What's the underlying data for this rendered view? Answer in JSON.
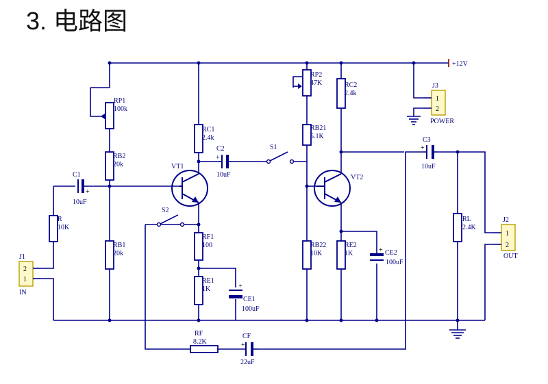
{
  "title": "3. 电路图",
  "components": {
    "RP1": {
      "name": "RP1",
      "value": "100k"
    },
    "RB2": {
      "name": "RB2",
      "value": "20k"
    },
    "RB1": {
      "name": "RB1",
      "value": "20k"
    },
    "C1": {
      "name": "C1",
      "value": "10uF"
    },
    "R": {
      "name": "R",
      "value": "10K"
    },
    "RC1": {
      "name": "RC1",
      "value": "2.4k"
    },
    "C2": {
      "name": "C2",
      "value": "10uF"
    },
    "VT1": {
      "name": "VT1"
    },
    "S1": {
      "name": "S1"
    },
    "S2": {
      "name": "S2"
    },
    "RF1": {
      "name": "RF1",
      "value": "100"
    },
    "RE1": {
      "name": "RE1",
      "value": "1K"
    },
    "CE1": {
      "name": "CE1",
      "value": "100uF"
    },
    "RF": {
      "name": "RF",
      "value": "8.2K"
    },
    "CF": {
      "name": "CF",
      "value": "22uF"
    },
    "RP2": {
      "name": "RP2",
      "value": "47K"
    },
    "RB21": {
      "name": "RB21",
      "value": "5.1K"
    },
    "RB22": {
      "name": "RB22",
      "value": "10K"
    },
    "VT2": {
      "name": "VT2"
    },
    "RC2": {
      "name": "RC2",
      "value": "2.4k"
    },
    "RE2": {
      "name": "RE2",
      "value": "1K"
    },
    "CE2": {
      "name": "CE2",
      "value": "100uF"
    },
    "C3": {
      "name": "C3",
      "value": "10uF"
    },
    "RL": {
      "name": "RL",
      "value": "2.4K"
    },
    "J1": {
      "name": "J1",
      "label": "IN",
      "pin_top": "2",
      "pin_bottom": "1"
    },
    "J2": {
      "name": "J2",
      "label": "OUT",
      "pin_top": "1",
      "pin_bottom": "2"
    },
    "J3": {
      "name": "J3",
      "label": "POWER",
      "pin_top": "1",
      "pin_bottom": "2"
    }
  },
  "supply": "+12V",
  "colors": {
    "wire": "#00008b",
    "label": "#000080",
    "connector_fill": "#fff8c8",
    "connector_border": "#b8a000",
    "supply": "#8b0000"
  }
}
